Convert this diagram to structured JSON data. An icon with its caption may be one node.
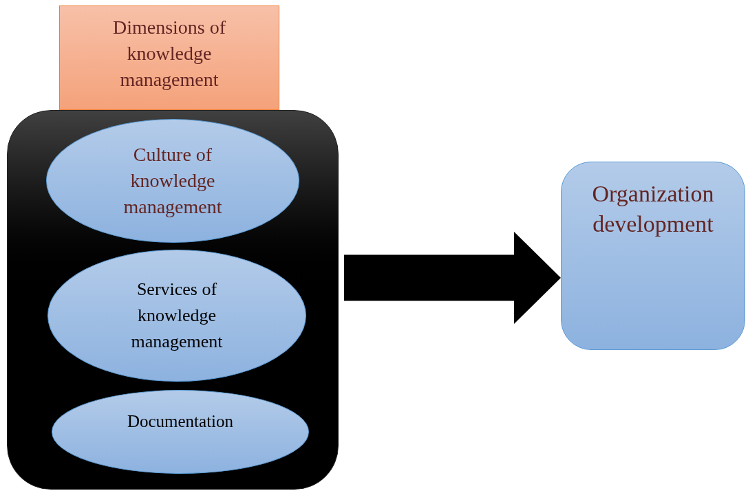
{
  "diagram": {
    "nodes": [
      {
        "text": [
          "Dimensions of knowledge management"
        ]
      },
      {
        "text": [],
        "shape": "box"
      },
      {
        "text": [
          "Culture of knowledge management"
        ],
        "in": 1
      },
      {
        "text": [
          "Services of knowledge management"
        ],
        "in": 1
      },
      {
        "text": [
          "Documentation"
        ],
        "in": 1
      },
      {
        "text": [
          "Organization development"
        ]
      }
    ],
    "edges": [
      {
        "from": 1,
        "to": 5,
        "arrow": "to"
      }
    ]
  }
}
